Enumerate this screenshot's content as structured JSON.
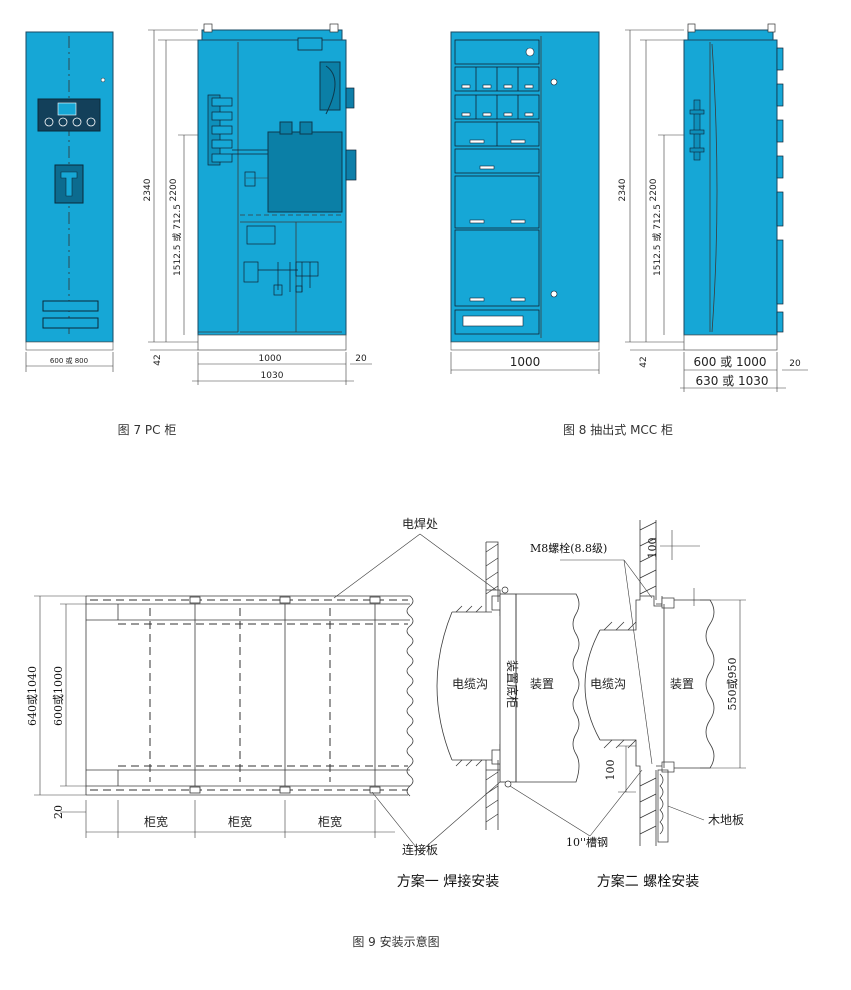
{
  "figures": {
    "fig7": {
      "caption": "图 7 PC 柜",
      "dims": {
        "width_front": "600 或 800",
        "h_total": "2340",
        "h_2200": "2200",
        "h_mid": "1512.5 或 712.5",
        "h_base": "42",
        "w_1000": "1000",
        "w_1030": "1030",
        "gap_20": "20"
      }
    },
    "fig8": {
      "caption": "图 8  抽出式 MCC 柜",
      "dims": {
        "w_1000": "1000",
        "h_total": "2340",
        "h_2200": "2200",
        "h_mid": "1512.5 或 712.5",
        "h_base": "42",
        "w_side": "600 或 1000",
        "w_side_total": "630 或 1030",
        "gap_20": "20"
      }
    },
    "fig9": {
      "caption": "图 9 安装示意图",
      "labels": {
        "weld_point": "电焊处",
        "bolt": "M8螺栓(8.8级)",
        "cable_trench_1": "电缆沟",
        "cable_trench_2": "电缆沟",
        "base_cabinet": "装置底柜",
        "device_1": "装置",
        "device_2": "装置",
        "channel_steel": "10''槽钢",
        "connect_plate": "连接板",
        "wood_floor": "木地板",
        "cab_width_1": "柜宽",
        "cab_width_2": "柜宽",
        "cab_width_3": "柜宽",
        "scheme_1": "方案一   焊接安装",
        "scheme_2": "方案二   螺栓安装"
      },
      "dims": {
        "d_640": "640或1040",
        "d_600": "600或1000",
        "d_20": "20",
        "d_100_top": "100",
        "d_100_bot": "100",
        "d_550": "550或950"
      }
    }
  },
  "colors": {
    "cabinet": "#16a7d6",
    "cabinet_dark": "#0b7fa6",
    "line": "#333333"
  }
}
